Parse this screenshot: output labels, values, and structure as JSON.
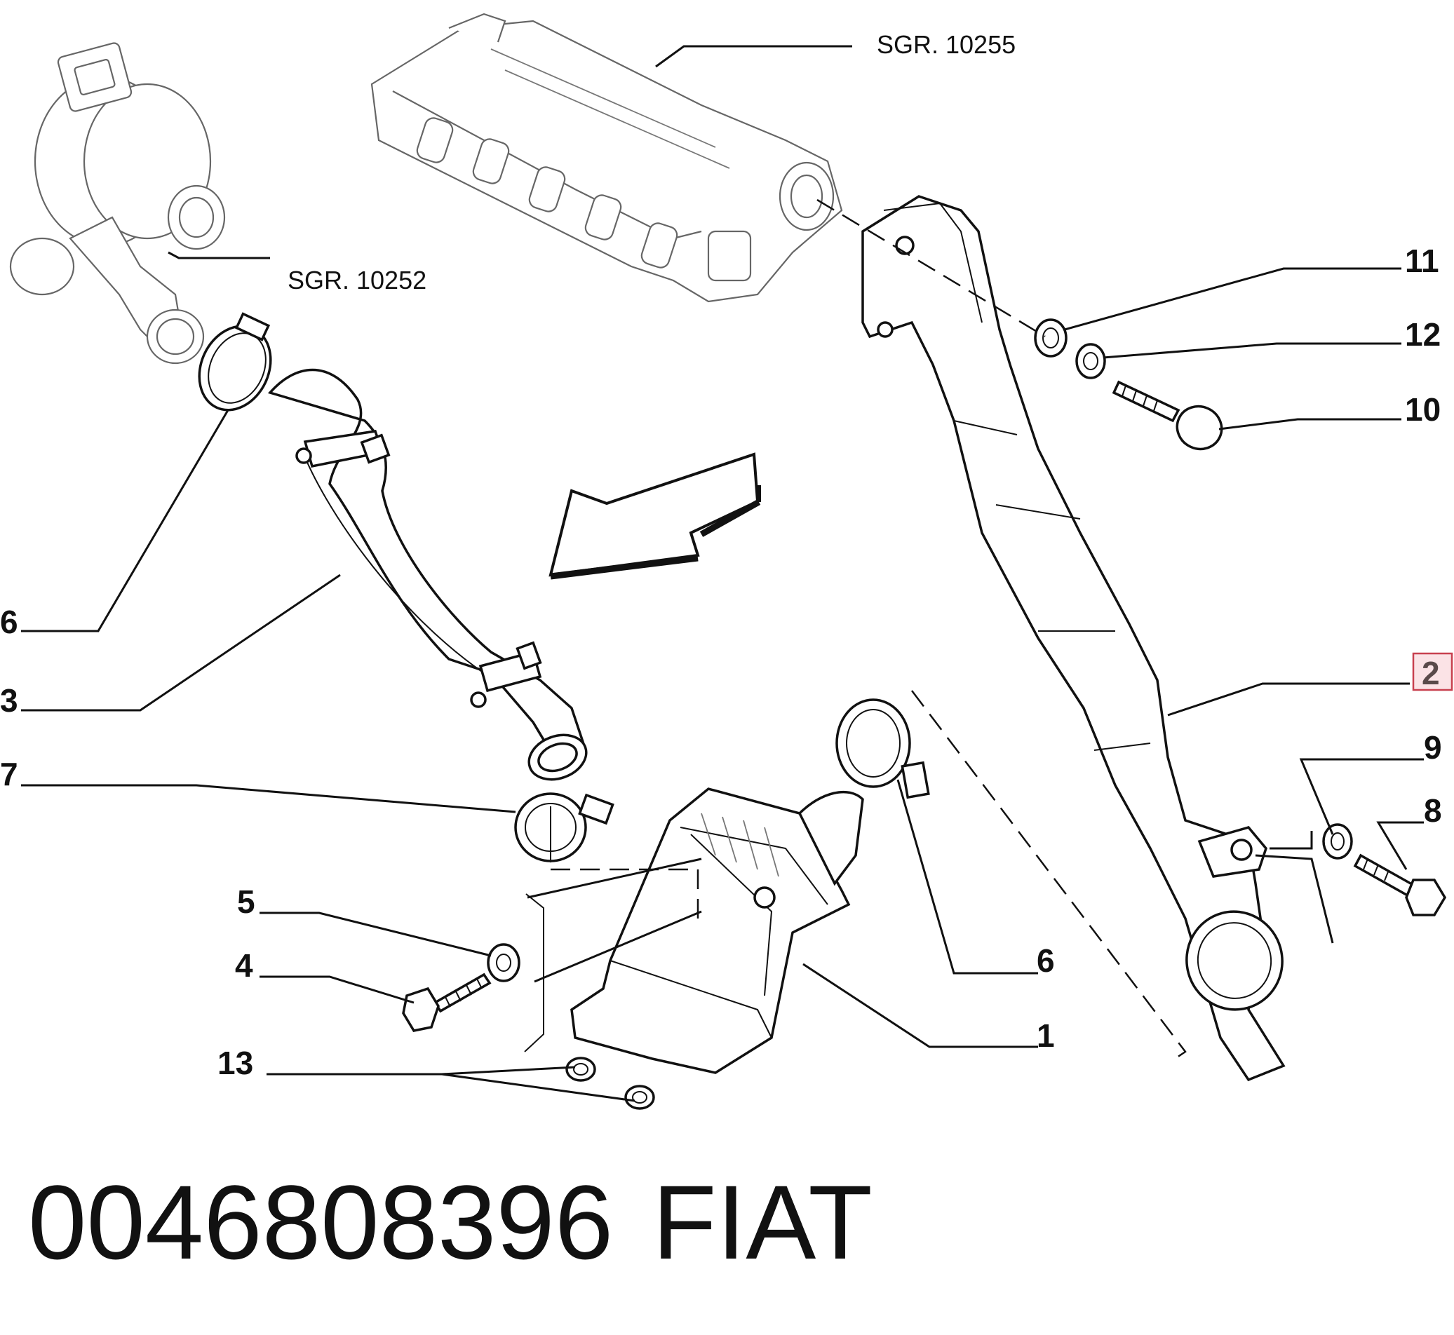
{
  "references": {
    "manifold": "SGR. 10255",
    "turbo": "SGR. 10252"
  },
  "labels": {
    "n1": "1",
    "n2": "2",
    "n3": "3",
    "n4": "4",
    "n5": "5",
    "n6_left": "6",
    "n6_right": "6",
    "n7": "7",
    "n8": "8",
    "n9": "9",
    "n10": "10",
    "n11": "11",
    "n12": "12",
    "n13": "13"
  },
  "highlighted_label": "2",
  "footer": {
    "part_number": "0046808396",
    "brand": "FIAT"
  },
  "colors": {
    "line": "#111111",
    "highlight_fill": "#fbe3e6",
    "highlight_border": "#c8404f"
  }
}
